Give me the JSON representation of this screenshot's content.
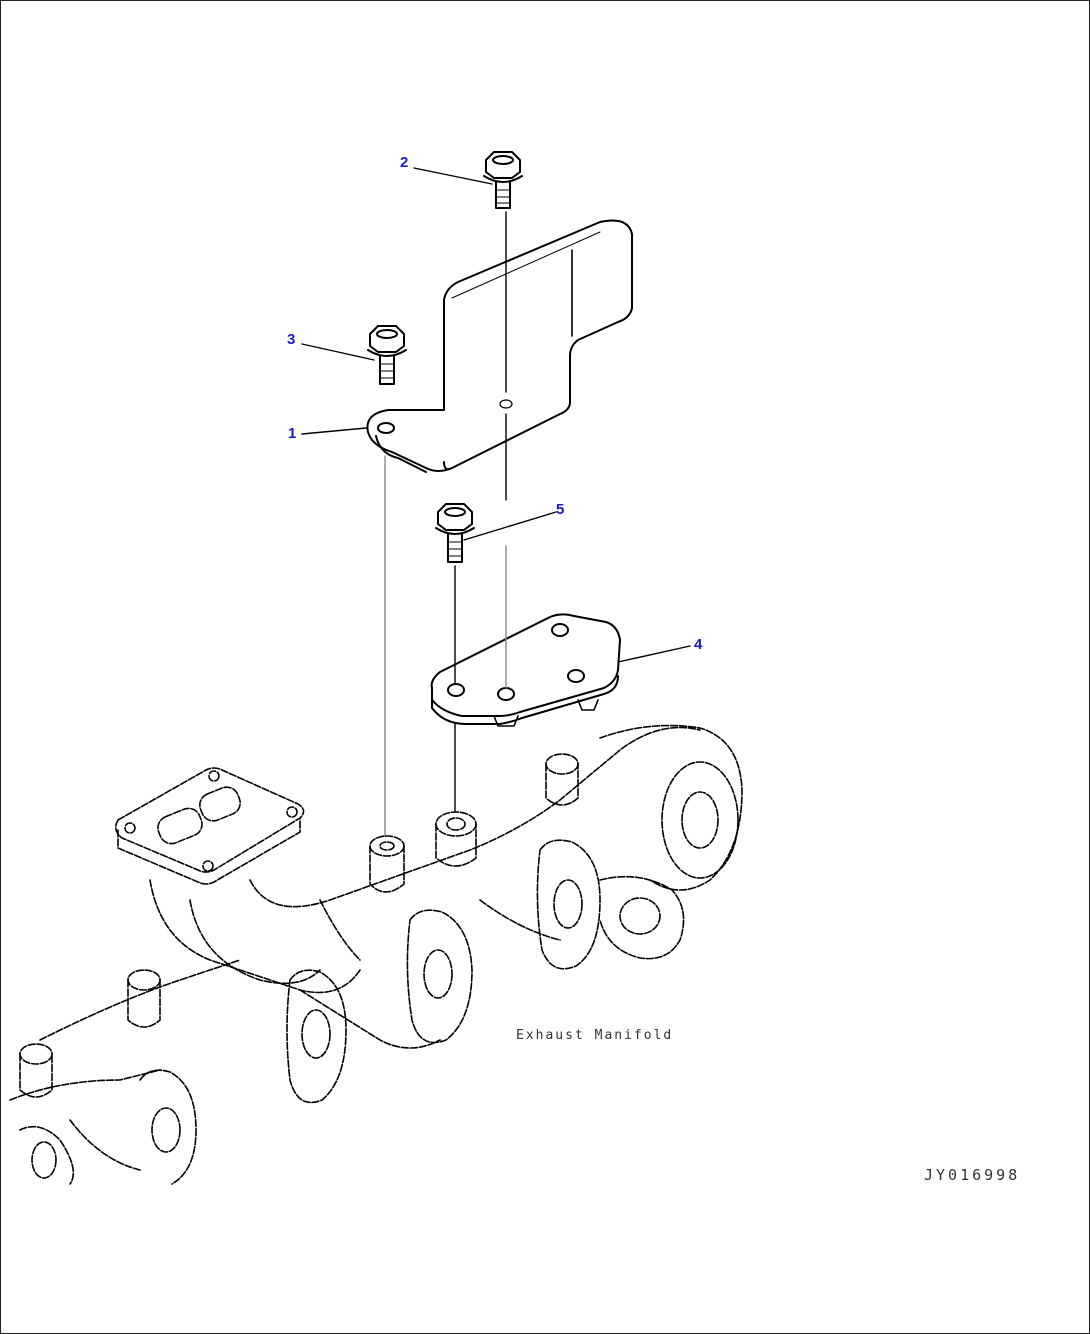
{
  "callouts": [
    {
      "id": "1",
      "label": "1"
    },
    {
      "id": "2",
      "label": "2"
    },
    {
      "id": "3",
      "label": "3"
    },
    {
      "id": "4",
      "label": "4"
    },
    {
      "id": "5",
      "label": "5"
    }
  ],
  "caption": "Exhaust Manifold",
  "figure_id": "JY016998",
  "colors": {
    "callout": "#1a1ad0",
    "line": "#000000",
    "leader": "#888888"
  }
}
